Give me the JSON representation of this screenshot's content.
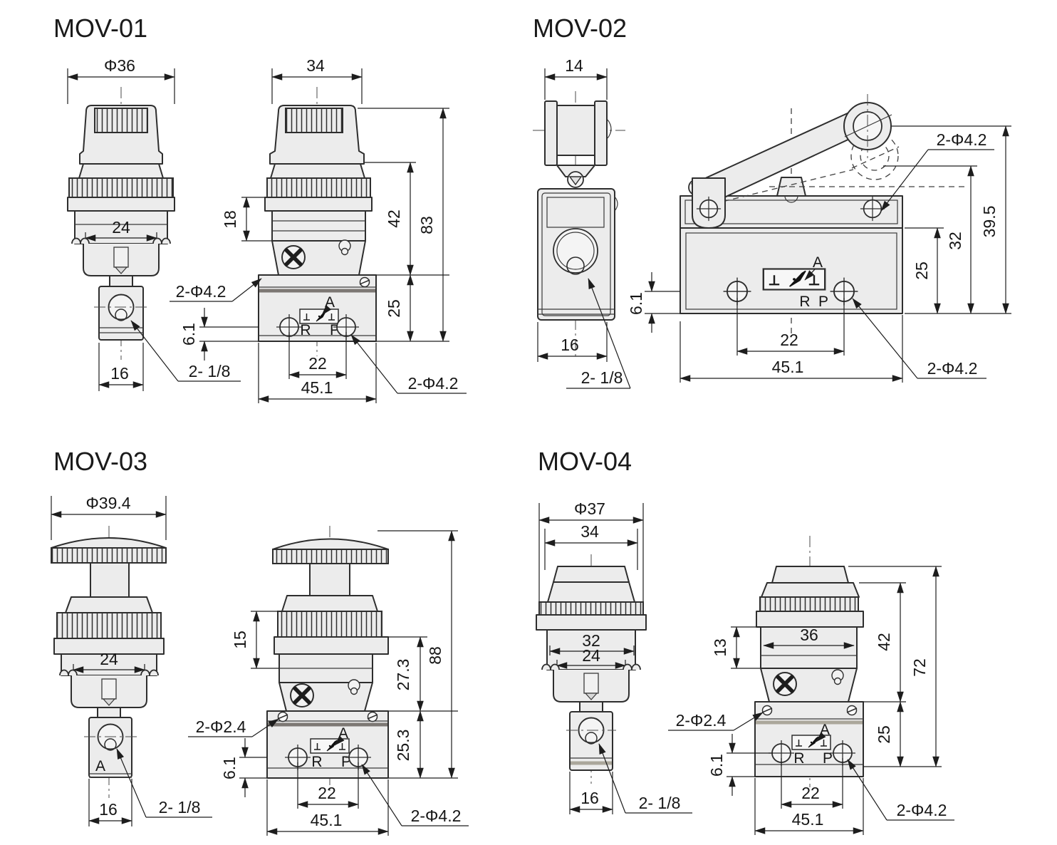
{
  "doc": {
    "kind": "pneumatic mechanical valve dimension drawing"
  },
  "colors": {
    "background": "#ffffff",
    "line": "#2e2e2e",
    "part_fill": "#ececec",
    "stripe_dark": "#7d7874",
    "stripe_tan": "#aba79b"
  },
  "panels": {
    "mov01": {
      "title": "MOV-01",
      "front": {
        "dia": "Φ36",
        "flange_w": "24",
        "port_w": "16",
        "ports": "2- 1/8"
      },
      "side": {
        "top_w": "34",
        "cap_h": "18",
        "upper_h": "42",
        "total_h": "83",
        "base_h": "25",
        "holes_top": "2-Φ4.2",
        "port_face": "6.1",
        "hole_span": "22",
        "base_w": "45.1",
        "holes_bottom": "2-Φ4.2",
        "port_a": "A",
        "port_r": "R",
        "port_p": "P"
      }
    },
    "mov02": {
      "title": "MOV-02",
      "front": {
        "w": "14",
        "body_w": "16",
        "ports": "2- 1/8"
      },
      "side": {
        "holes_top": "2-Φ4.2",
        "h_base": "25",
        "h_mid": "32",
        "h_total": "39.5",
        "port_face": "6.1",
        "hole_span": "22",
        "base_w": "45.1",
        "holes_bottom": "2-Φ4.2",
        "port_a": "A",
        "port_r": "R",
        "port_p": "P"
      }
    },
    "mov03": {
      "title": "MOV-03",
      "front": {
        "dia": "Φ39.4",
        "flange_w": "24",
        "port_w": "16",
        "ports": "2- 1/8",
        "port_a": "A"
      },
      "side": {
        "knob_h": "15",
        "upper_h": "27.3",
        "total_h": "88",
        "base_h": "25.3",
        "pin_holes": "2-Φ2.4",
        "port_face": "6.1",
        "hole_span": "22",
        "base_w": "45.1",
        "holes_bottom": "2-Φ4.2",
        "port_a": "A",
        "port_r": "R",
        "port_p": "P"
      }
    },
    "mov04": {
      "title": "MOV-04",
      "front": {
        "dia": "Φ37",
        "cap_w": "34",
        "body_w": "32",
        "flange_w": "24",
        "port_w": "16",
        "ports": "2- 1/8"
      },
      "side": {
        "body_h": "13",
        "body_w": "36",
        "upper_h": "42",
        "total_h": "72",
        "base_h": "25",
        "pin_holes": "2-Φ2.4",
        "port_face": "6.1",
        "hole_span": "22",
        "base_w": "45.1",
        "holes_bottom": "2-Φ4.2",
        "port_a": "A",
        "port_r": "R",
        "port_p": "P"
      }
    }
  }
}
